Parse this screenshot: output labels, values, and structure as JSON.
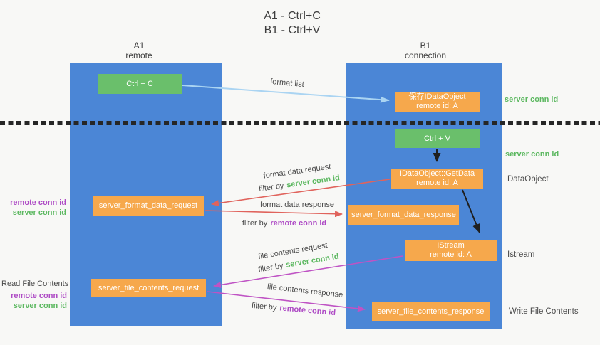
{
  "title": {
    "line1": "A1 - Ctrl+C",
    "line2": "B1 - Ctrl+V"
  },
  "columns": {
    "a1": {
      "name": "A1",
      "role": "remote"
    },
    "b1": {
      "name": "B1",
      "role": "connection"
    }
  },
  "boxes": {
    "ctrl_c": {
      "label": "Ctrl + C"
    },
    "save_dataobject": {
      "line1": "保存IDataObject",
      "line2": "remote id: A"
    },
    "ctrl_v": {
      "label": "Ctrl + V"
    },
    "getdata": {
      "line1": "IDataObject::GetData",
      "line2": "remote id: A"
    },
    "istream": {
      "line1": "IStream",
      "line2": "remote id: A"
    },
    "format_request": {
      "label": "server_format_data_request"
    },
    "format_response": {
      "label": "server_format_data_response"
    },
    "file_request": {
      "label": "server_file_contents_request"
    },
    "file_response": {
      "label": "server_file_contents_response"
    }
  },
  "labels": {
    "format_list": "format list",
    "format_data_request": "format data request",
    "format_data_response": "format data response",
    "file_contents_request": "file contents request",
    "file_contents_response": "file contents response",
    "filter_by": "filter by",
    "server_conn_id": "server conn id",
    "remote_conn_id": "remote conn id",
    "dataobject": "DataObject",
    "istream": "Istream",
    "read_file_contents": "Read File Contents",
    "write_file_contents": "Write File Contents"
  },
  "colors": {
    "column_blue": "#4b86d6",
    "box_green": "#6abf6b",
    "box_orange": "#f6a84c",
    "arrow_red": "#e0635c",
    "arrow_magenta": "#bf53c4",
    "arrow_light_blue": "#aad4f2",
    "arrow_black": "#1f1f1f",
    "label_green": "#5cb860",
    "label_purple": "#ae4bc5"
  }
}
